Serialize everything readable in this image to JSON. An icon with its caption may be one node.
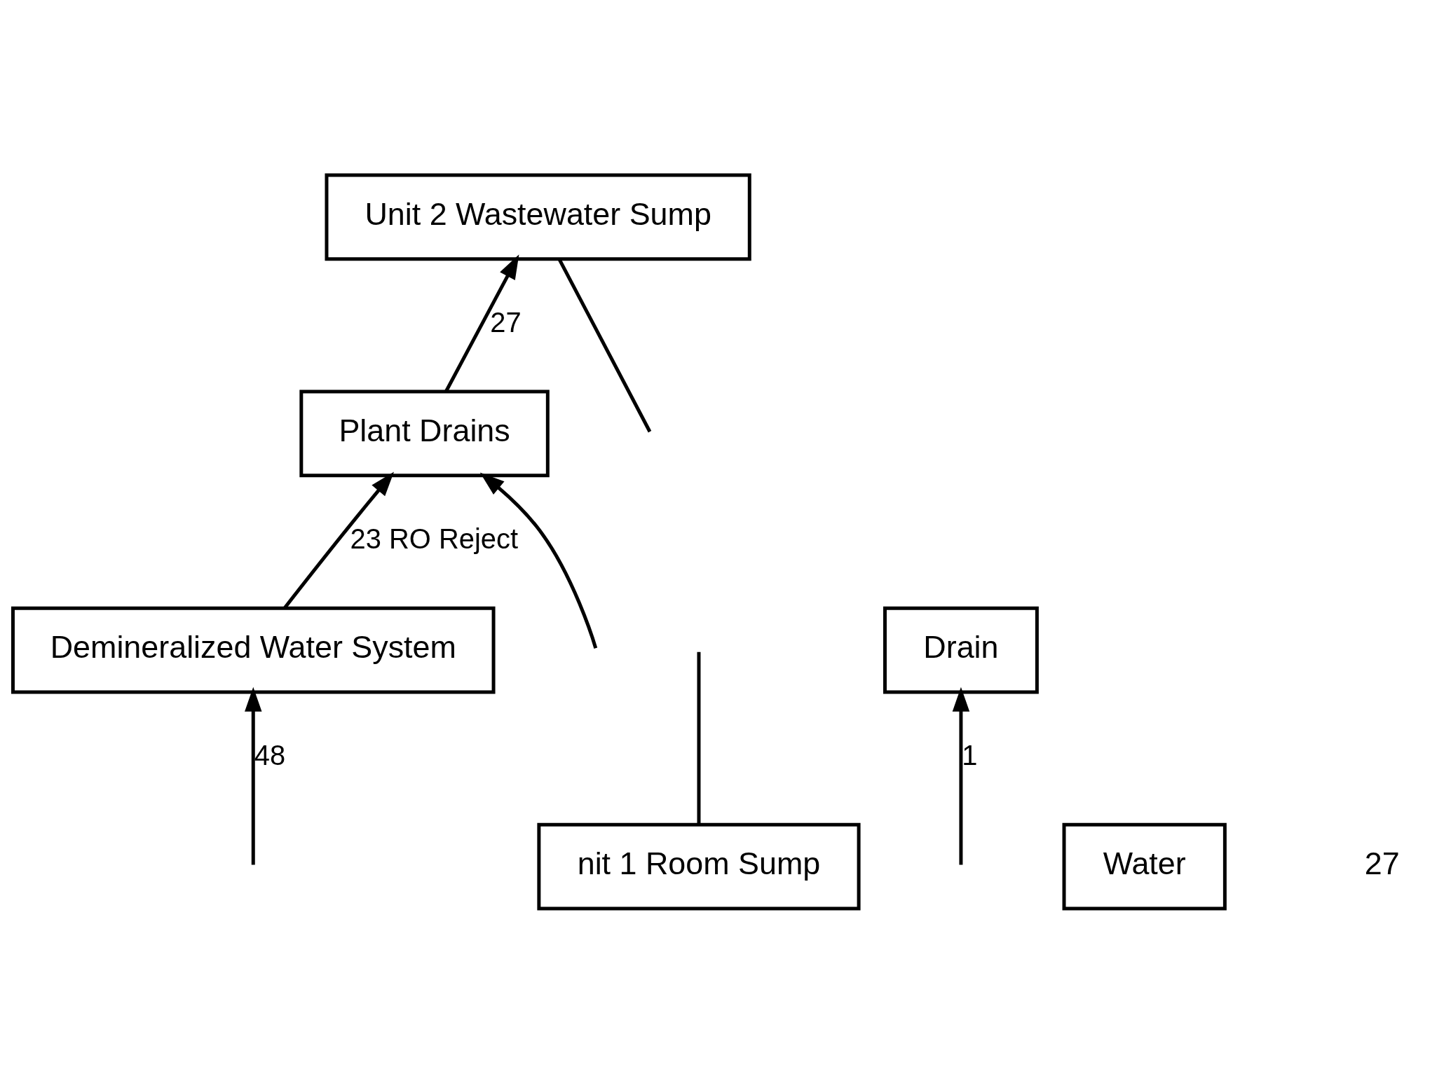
{
  "diagram": {
    "nodes": [
      {
        "text": [
          "Unit 2 Wastewater Sump"
        ]
      },
      {
        "text": [
          "nit 1 Room Sump"
        ]
      },
      {
        "text": [
          "Plant Drains"
        ]
      },
      {
        "text": [
          "Drain"
        ]
      },
      {
        "text": [
          "Demineralized Water System"
        ]
      },
      {
        "text": [
          "Water"
        ]
      }
    ],
    "edges": [
      {
        "from": null,
        "to": 0,
        "arrow": "none"
      },
      {
        "from": 1,
        "to": null,
        "arrow": "none"
      },
      {
        "from": 2,
        "to": 0,
        "arrow": "to",
        "label": "27"
      },
      {
        "from": 4,
        "to": 2,
        "arrow": "to",
        "label": "23 RO Reject"
      },
      {
        "from": null,
        "to": 2,
        "arrow": "to"
      },
      {
        "from": null,
        "to": 3,
        "arrow": "to",
        "label": "1"
      },
      {
        "from": null,
        "to": 4,
        "arrow": "to",
        "label": "48"
      }
    ],
    "labels": [
      "27"
    ]
  }
}
